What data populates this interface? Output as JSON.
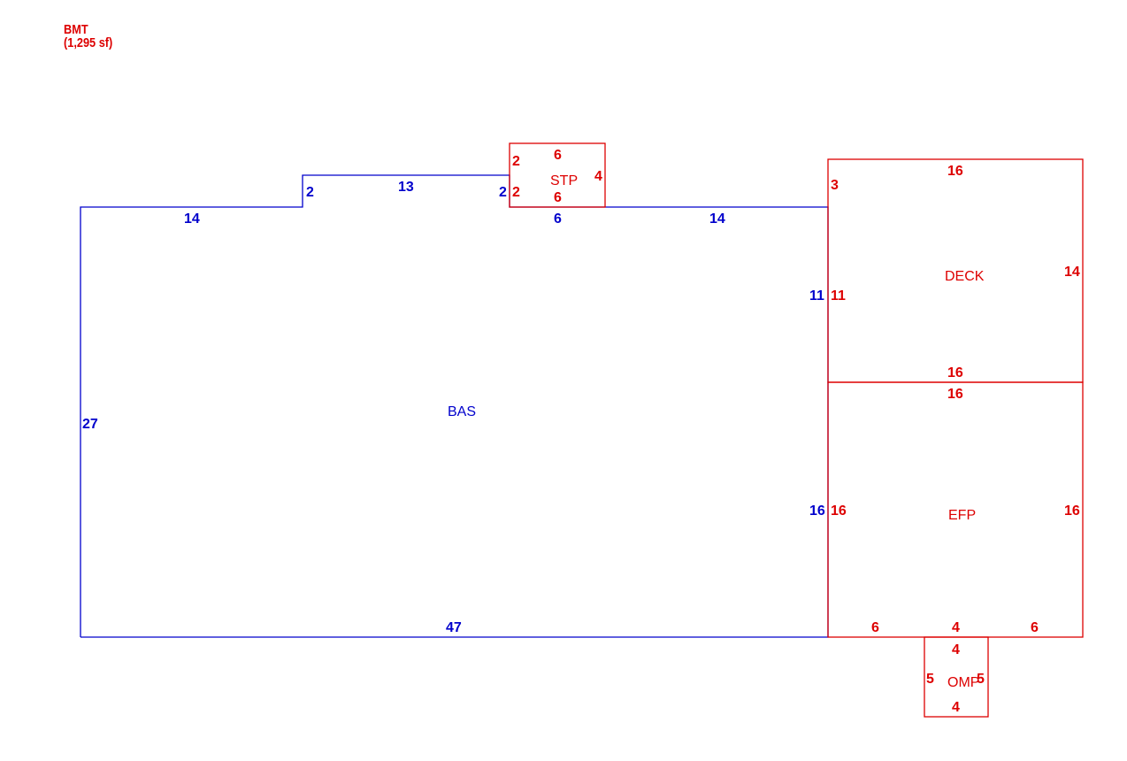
{
  "header": {
    "level": "BMT",
    "area": "(1,295 sf)"
  },
  "areas": {
    "bas": {
      "label": "BAS",
      "dims": {
        "top_left": "14",
        "step_left": "2",
        "top_mid": "13",
        "step_right": "2",
        "top_stp": "6",
        "top_right": "14",
        "right_upper": "11",
        "right_lower": "16",
        "left": "27",
        "bottom": "47"
      }
    },
    "stp": {
      "label": "STP",
      "dims": {
        "top": "6",
        "left_upper": "2",
        "left_lower": "2",
        "right": "4",
        "bottom": "6"
      }
    },
    "deck": {
      "label": "DECK",
      "dims": {
        "top": "16",
        "left_top": "3",
        "left": "11",
        "right": "14",
        "bottom": "16"
      }
    },
    "efp": {
      "label": "EFP",
      "dims": {
        "top": "16",
        "left": "16",
        "right": "16",
        "bottom_left": "6",
        "bottom_mid": "4",
        "bottom_right": "6"
      }
    },
    "omp": {
      "label": "OMP",
      "dims": {
        "top": "4",
        "left": "5",
        "right": "5",
        "bottom": "4"
      }
    }
  },
  "colors": {
    "living_area": "#0000cc",
    "other_area": "#dd0000"
  }
}
